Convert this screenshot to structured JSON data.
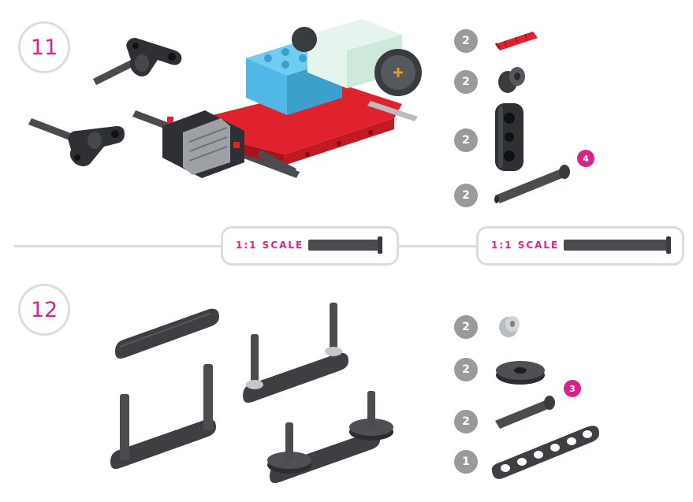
{
  "steps": [
    {
      "number": "11"
    },
    {
      "number": "12"
    }
  ],
  "step11_parts": [
    {
      "qty": "2",
      "icon": "red-axle-icon"
    },
    {
      "qty": "2",
      "icon": "bushing-icon"
    },
    {
      "qty": "2",
      "icon": "cross-block-icon"
    },
    {
      "qty": "2",
      "icon": "pin-axle-icon",
      "length_badge": "4"
    }
  ],
  "step12_parts": [
    {
      "qty": "2",
      "icon": "light-bushing-icon"
    },
    {
      "qty": "2",
      "icon": "round-plate-icon"
    },
    {
      "qty": "2",
      "icon": "pin-axle-icon",
      "length_badge": "3"
    },
    {
      "qty": "1",
      "icon": "beam-icon"
    }
  ],
  "scale_boxes": [
    {
      "label": "1:1 SCALE"
    },
    {
      "label": "1:1 SCALE"
    }
  ],
  "colors": {
    "accent": "#d8238a",
    "qty_circle": "#9a9a9a",
    "border": "#dcdcdc"
  }
}
